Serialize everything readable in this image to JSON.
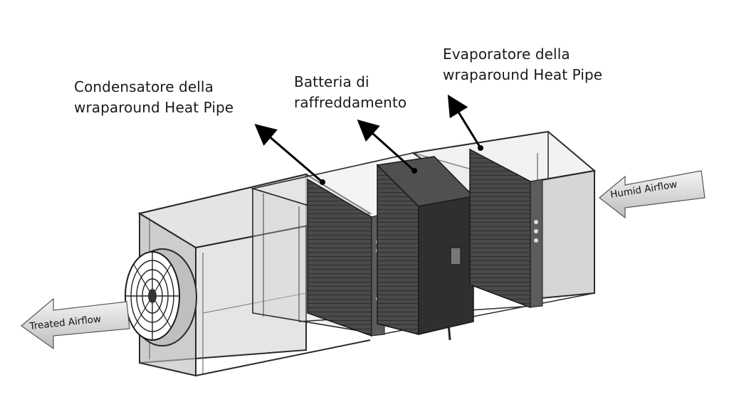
{
  "labels": {
    "condensatore": [
      "Condensatore della",
      "wraparound Heat Pipe"
    ],
    "batteria": [
      "Batteria di",
      "raffreddamento"
    ],
    "evaporatore": [
      "Evaporatore della",
      "wraparound Heat Pipe"
    ]
  },
  "flows": {
    "inlet": "Humid Airflow",
    "outlet": "Treated Airflow"
  },
  "colors": {
    "frame": "#2a2a2a",
    "panel": "#c9c9c9",
    "coil": "#3a3a3a",
    "flow_arrow": "#d4d4d4"
  }
}
